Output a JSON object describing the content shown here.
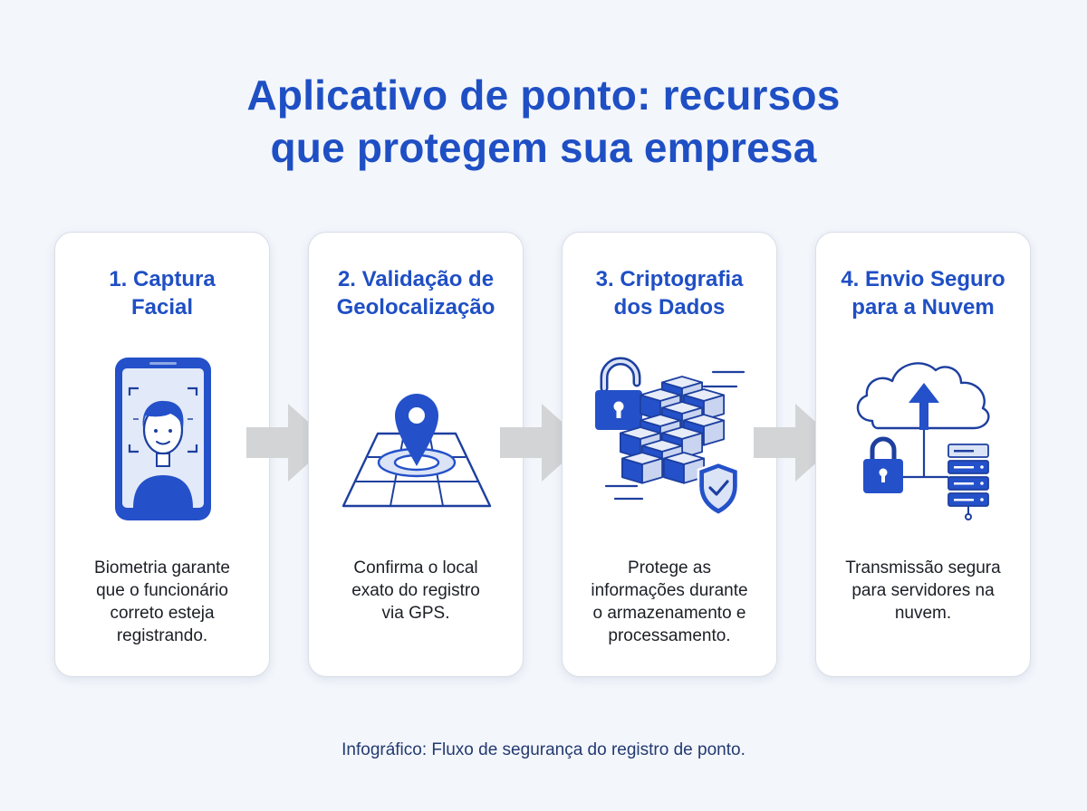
{
  "title_line1": "Aplicativo de ponto: recursos",
  "title_line2": "que protegem sua empresa",
  "steps": [
    {
      "title_line1": "1. Captura",
      "title_line2": "Facial",
      "icon": "smartphone-face-scan-icon",
      "desc_lines": [
        "Biometria garante",
        "que o funcionário",
        "correto esteja",
        "registrando."
      ]
    },
    {
      "title_line1": "2. Validação de",
      "title_line2": "Geolocalização",
      "icon": "map-pin-icon",
      "desc_lines": [
        "Confirma o local",
        "exato do registro",
        "via GPS."
      ]
    },
    {
      "title_line1": "3. Criptografia",
      "title_line2": "dos Dados",
      "icon": "encryption-blocks-icon",
      "desc_lines": [
        "Protege as",
        "informações durante",
        "o armazenamento e",
        "processamento."
      ]
    },
    {
      "title_line1": "4. Envio Seguro",
      "title_line2": "para a Nuvem",
      "icon": "cloud-upload-icon",
      "desc_lines": [
        "Transmissão segura",
        "para servidores na",
        "nuvem."
      ]
    }
  ],
  "caption": "Infográfico: Fluxo de segurança do registro de ponto.",
  "colors": {
    "accent": "#1f4fc4",
    "icon_fill": "#2451c9",
    "icon_light": "#dbe3f6",
    "arrow": "#d3d4d6",
    "background": "#f3f6fb",
    "card": "#ffffff"
  }
}
